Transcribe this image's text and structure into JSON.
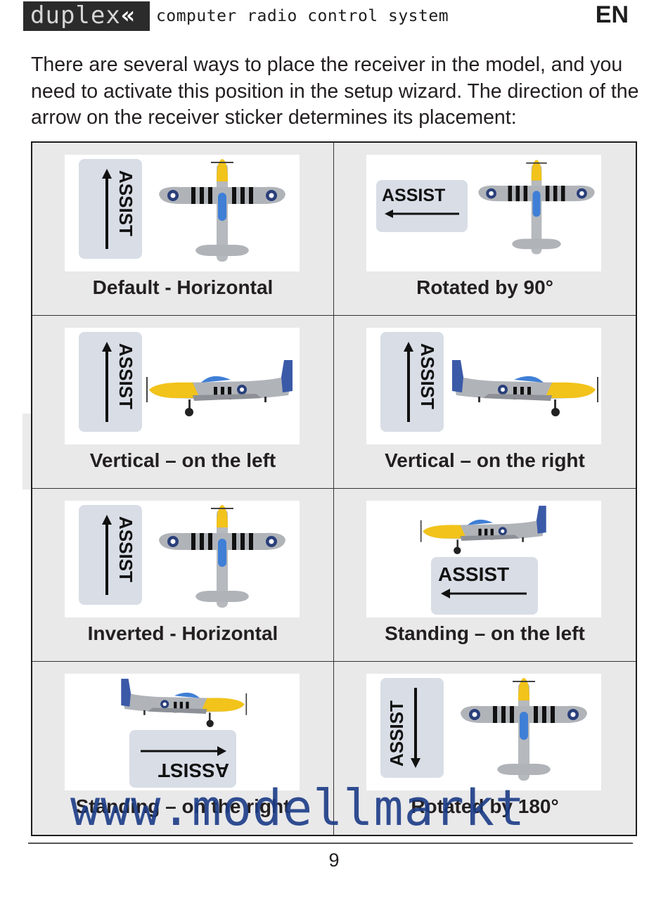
{
  "header": {
    "logo_text": "duplex",
    "logo_chevrons": "«",
    "tagline": "computer radio control system",
    "language": "EN"
  },
  "intro": "There are several ways to place the receiver in the model, and you need to activate this position in the setup wizard. The direction of the arrow on the receiver sticker determines its placement:",
  "sticker_text": "ASSIST",
  "cells": [
    {
      "caption": "Default - Horizontal"
    },
    {
      "caption": "Rotated by 90°"
    },
    {
      "caption": "Vertical – on the left"
    },
    {
      "caption": "Vertical – on the right"
    },
    {
      "caption": "Inverted - Horizontal"
    },
    {
      "caption": "Standing – on the left"
    },
    {
      "caption": "Standing – on the right"
    },
    {
      "caption": "Rotated by 180°"
    }
  ],
  "watermark": "www.modellmarkt",
  "page_number": "9",
  "colors": {
    "sticker_bg": "#d8dde6",
    "plane_yellow": "#f2c31a",
    "plane_blue": "#3f7fd6",
    "plane_grey": "#a9adb3",
    "watermark": "#1b3c87"
  }
}
